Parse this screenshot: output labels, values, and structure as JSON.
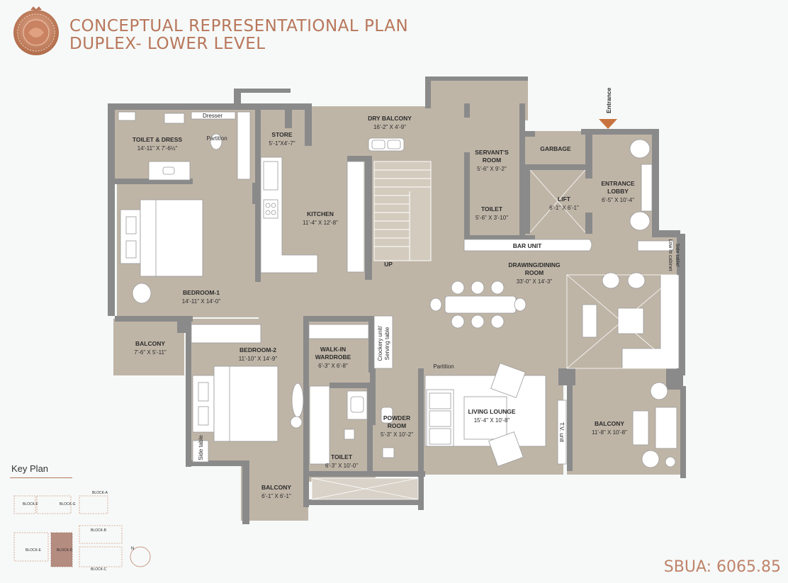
{
  "header": {
    "title_line1": "CONCEPTUAL REPRESENTATIONAL PLAN",
    "title_line2": "DUPLEX- LOWER LEVEL"
  },
  "entrance_label": "Entrance",
  "rooms": {
    "toilet_dress": {
      "name": "TOILET & DRESS",
      "dim": "14'-11\" X 7'-6½\""
    },
    "dresser": {
      "name": "Dresser"
    },
    "partition_top": {
      "name": "Partition"
    },
    "store": {
      "name": "STORE",
      "dim": "5'-1\"X4'-7\""
    },
    "dry_balcony": {
      "name": "DRY BALCONY",
      "dim": "16'-2\" X 4'-9\""
    },
    "servants_room": {
      "name_line1": "SERVANT'S",
      "name_line2": "ROOM",
      "dim": "5'-6\" X 9'-2\""
    },
    "garbage": {
      "name": "GARBAGE"
    },
    "entrance_lobby": {
      "name_line1": "ENTRANCE",
      "name_line2": "LOBBY",
      "dim": "6'-5\" X 10'-4\""
    },
    "kitchen": {
      "name": "KITCHEN",
      "dim": "11'-4\" X 12'-8\""
    },
    "toilet_servant": {
      "name": "TOILET",
      "dim": "5'-6\" X 3'-10\""
    },
    "lift": {
      "name": "LIFT",
      "dim": "6'-1\" X 6'-1\""
    },
    "bar_unit": {
      "name": "BAR UNIT"
    },
    "side_table_low_ht": {
      "line1": "Side table/",
      "line2": "Low ht cabinet"
    },
    "bedroom1": {
      "name": "BEDROOM-1",
      "dim": "14'-11\" X 14'-0\""
    },
    "up": {
      "name": "UP"
    },
    "drawing_dining": {
      "name_line1": "DRAWING/DINING",
      "name_line2": "ROOM",
      "dim": "33'-0\" X 14'-3\""
    },
    "balcony1": {
      "name": "BALCONY",
      "dim": "7'-6\" X 5'-11\""
    },
    "bedroom2": {
      "name": "BEDROOM-2",
      "dim": "11'-10\" X 14'-9\""
    },
    "walkin_wardrobe": {
      "name_line1": "WALK-IN",
      "name_line2": "WARDROBE",
      "dim": "6'-3\" X 6'-8\""
    },
    "crockery": {
      "line1": "Crockery unit/",
      "line2": "Serving table"
    },
    "partition_lounge": {
      "name": "Partition"
    },
    "living_lounge": {
      "name": "LIVING LOUNGE",
      "dim": "15'-4\" X 10'-8\""
    },
    "powder_room": {
      "name_line1": "POWDER",
      "name_line2": "ROOM",
      "dim": "5'-3\" X 10'-2\""
    },
    "balcony_right": {
      "name": "BALCONY",
      "dim": "11'-8\" X 10'-8\""
    },
    "tv_unit": {
      "name": "T.V. unit"
    },
    "side_table": {
      "name": "Side table"
    },
    "toilet_bottom": {
      "name": "TOILET",
      "dim": "6'-3\" X 10'-0\""
    },
    "balcony_bottom": {
      "name": "BALCONY",
      "dim": "6'-1\" X 6'-1\""
    }
  },
  "key_plan": {
    "title": "Key Plan",
    "blocks": [
      "BLOCK-A",
      "BLOCK-F",
      "BLOCK-G",
      "BLOCK-B",
      "BLOCK-E",
      "BLOCK-D",
      "BLOCK-C"
    ],
    "north": "N"
  },
  "sbua": "SBUA: 6065.85",
  "colors": {
    "accent": "#b8765a",
    "floor": "#bfb5a7",
    "wall": "#8a8a8a",
    "background": "#f6f9f8"
  }
}
